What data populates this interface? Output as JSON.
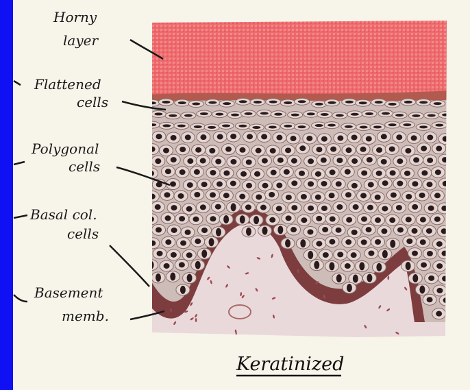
{
  "labels": {
    "horny_1": "Horny",
    "horny_2": "layer",
    "flattened_1": "Flattened",
    "flattened_2": "cells",
    "polygonal_1": "Polygonal",
    "polygonal_2": "cells",
    "basal_1": "Basal col.",
    "basal_2": "cells",
    "basement_1": "Basement",
    "basement_2": "memb."
  },
  "caption": "Keratinized",
  "colors": {
    "frame_blue": "#1010f4",
    "horny_layer": "#ef6b6e",
    "nucleus": "#2a1a1e",
    "connective_tissue": "#ead8d8"
  }
}
